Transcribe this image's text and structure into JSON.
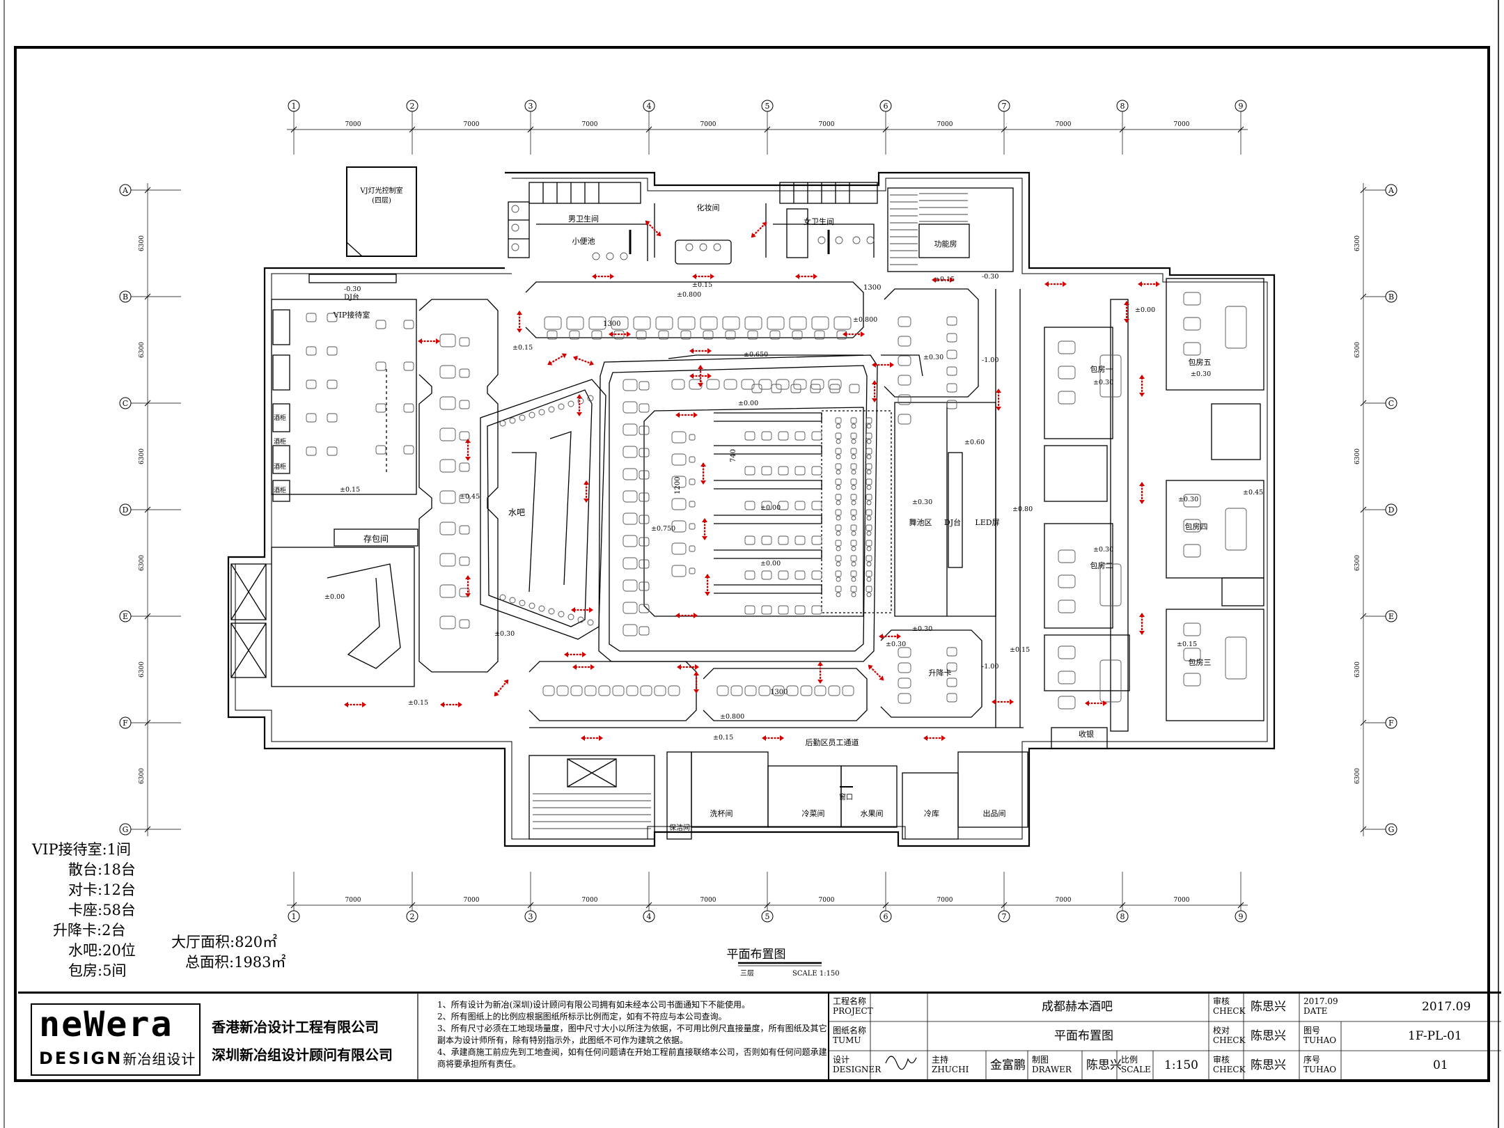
{
  "grid": {
    "columns": [
      "1",
      "2",
      "3",
      "4",
      "5",
      "6",
      "7",
      "8",
      "9"
    ],
    "rows": [
      "A",
      "B",
      "C",
      "D",
      "E",
      "F",
      "G"
    ],
    "column_spacing_label": "7000",
    "row_spacing_label": "6300"
  },
  "rooms": {
    "vj_control": "VJ灯光控制室",
    "vj_control_sub": "(四层)",
    "mens_wc": "男卫生间",
    "urinal": "小便池",
    "makeup": "化妆间",
    "womens_wc": "女卫生间",
    "function_room": "功能房",
    "vip_reception": "VIP接待室",
    "dj": "DJ台",
    "bag_storage": "存包间",
    "water_bar": "水吧",
    "dance_floor": "舞池区",
    "dj2": "DJ台",
    "led": "LED屏",
    "room1": "包房一",
    "room2": "包房二",
    "room3": "包房三",
    "room4": "包房四",
    "room5": "包房五",
    "lift_card": "升降卡",
    "cashier": "收银",
    "staff_corridor": "后勤区员工通道",
    "cup_wash": "洗杯间",
    "cold_dish": "冷菜间",
    "fruit": "水果间",
    "cold_store": "冷库",
    "dispatch": "出品间",
    "window": "窗口",
    "cleaning": "保洁间",
    "wine_cabinet": "酒柜"
  },
  "levels": {
    "a": "-0.30",
    "b": "±0.15",
    "c": "±0.15",
    "d": "±0.15",
    "e": "±0.15",
    "f": "±0.00",
    "g": "±0.30",
    "h": "±0.45",
    "i": "±0.800",
    "j": "±0.650",
    "k": "±0.00",
    "l": "±0.750",
    "m": "±0.00",
    "n": "±0.00",
    "o": "±0.30",
    "p": "-0.30",
    "q": "±0.15",
    "r": "-1.00",
    "s": "±0.30",
    "t": "±0.60",
    "u": "±0.80",
    "v": "-1.00",
    "w": "±0.30",
    "x": "±0.45",
    "y": "±0.30",
    "z": "±0.800",
    "aa": "±0.15",
    "ab": "±0.30",
    "ac": "±0.30",
    "ad": "±0.30",
    "ae": "±0.30",
    "af": "±0.15",
    "ag": "±0.00",
    "ah": "±0.800",
    "ai": "±0.15"
  },
  "dims": {
    "d1": "1300",
    "d2": "1300",
    "d3": "1200",
    "d4": "740",
    "d5": "1300"
  },
  "summary": [
    {
      "label": "VIP接待室:",
      "value": "1间"
    },
    {
      "label": "散台:",
      "value": "18台"
    },
    {
      "label": "对卡:",
      "value": "12台"
    },
    {
      "label": "卡座:",
      "value": "58台"
    },
    {
      "label": "升降卡:",
      "value": "2台"
    },
    {
      "label": "水吧:",
      "value": "20位"
    },
    {
      "label": "包房:",
      "value": "5间"
    }
  ],
  "area": {
    "hall_label": "大厅面积:",
    "hall_value": "820㎡",
    "total_label": "总面积:",
    "total_value": "1983㎡"
  },
  "drawing_title": {
    "title": "平面布置图",
    "floor": "三层",
    "scale": "SCALE 1:150"
  },
  "titleblock": {
    "logo_main": "neWera",
    "logo_sub": "DESIGN",
    "logo_cn": "新冶组设计",
    "company1": "香港新冶设计工程有限公司",
    "company2": "深圳新冶组设计顾问有限公司",
    "notes": [
      "1、所有设计为新冶(深圳)设计顾问有限公司拥有如未经本公司书面通知下不能使用。",
      "2、所有图纸上的比例应根据图纸所标示比例而定，如有不符应与本公司查询。",
      "3、所有尺寸必须在工地现场量度，图中尺寸大小以所注为依据，不可用比例尺直接量度，所有图纸及其它副本为设计师所有，除有特别指示外，此图纸不可作为建筑之依据。",
      "4、承建商施工前应先到工地查阅，如有任何问题请在开始工程前直接联络本公司，否则如有任何问题承建商将要承担所有责任。"
    ],
    "project_label_cn": "工程名称",
    "project_label_en": "PROJECT",
    "project_value": "成都赫本酒吧",
    "drawing_label_cn": "图纸名称",
    "drawing_label_en": "TUMU",
    "drawing_value": "平面布置图",
    "designer_label_cn": "设计",
    "designer_label_en": "DESIGNER",
    "chief_label_cn": "主持",
    "chief_label_en": "ZHUCHI",
    "chief_value": "金富鹏",
    "drawer_label_cn": "制图",
    "drawer_label_en": "DRAWER",
    "drawer_value": "陈思兴",
    "scale_label_cn": "比例",
    "scale_label_en": "SCALE",
    "scale_value": "1:150",
    "check1_label_cn": "审核",
    "check1_label_en": "CHECK",
    "check1_value": "陈思兴",
    "check2_label_cn": "校对",
    "check2_label_en": "CHECK",
    "check2_value": "陈思兴",
    "check3_label_cn": "审核",
    "check3_label_en": "CHECK",
    "check3_value": "陈思兴",
    "date_small": "2017.09",
    "date_label": "DATE",
    "date_value": "2017.09",
    "drawno_label_cn": "图号",
    "drawno_label_en": "TUHAO",
    "drawno_value": "1F-PL-01",
    "seq_label_cn": "序号",
    "seq_label_en": "TUHAO",
    "seq_value": "01"
  },
  "colors": {
    "arrow": "#d40000",
    "line": "#000000",
    "fixture": "#555555"
  }
}
